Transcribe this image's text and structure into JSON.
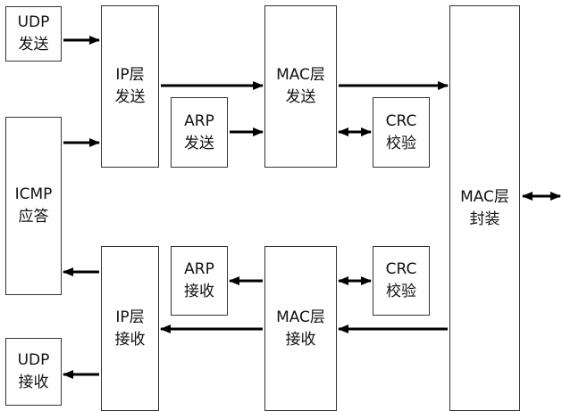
{
  "blocks": {
    "udp_send": {
      "line1": "UDP",
      "line2": "发送"
    },
    "icmp": {
      "line1": "ICMP",
      "line2": "应答"
    },
    "udp_recv": {
      "line1": "UDP",
      "line2": "接收"
    },
    "ip_send": {
      "line1": "IP层",
      "line2": "发送"
    },
    "ip_recv": {
      "line1": "IP层",
      "line2": "接收"
    },
    "arp_send": {
      "line1": "ARP",
      "line2": "发送"
    },
    "arp_recv": {
      "line1": "ARP",
      "line2": "接收"
    },
    "mac_send": {
      "line1": "MAC层",
      "line2": "发送"
    },
    "mac_recv": {
      "line1": "MAC层",
      "line2": "接收"
    },
    "crc_top": {
      "line1": "CRC",
      "line2": "校验"
    },
    "crc_bottom": {
      "line1": "CRC",
      "line2": "校验"
    },
    "mac_frame": {
      "line1": "MAC层",
      "line2": "封装"
    }
  }
}
